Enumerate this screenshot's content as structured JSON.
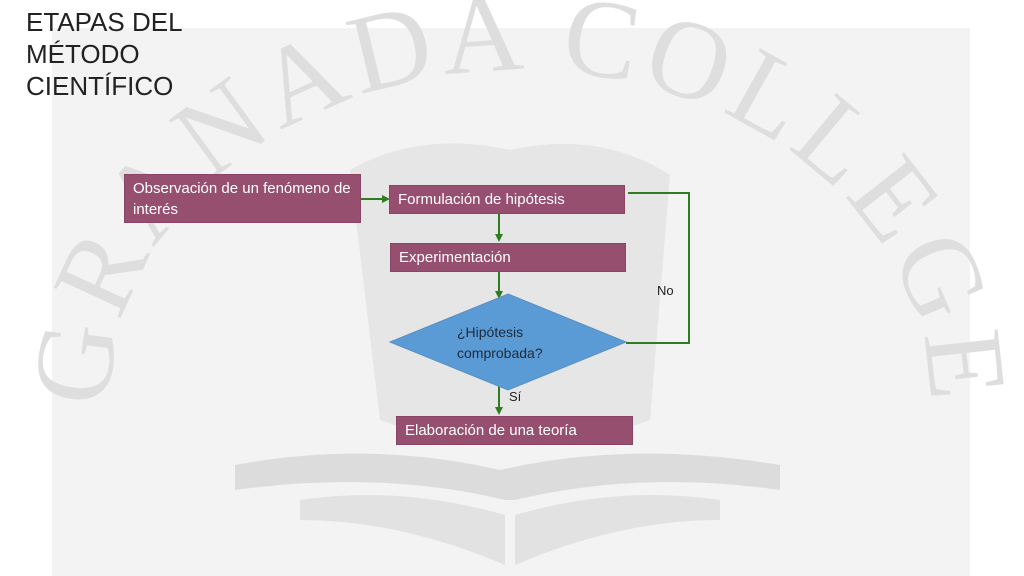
{
  "title_lines": [
    "ETAPAS DEL",
    "MÉTODO",
    "CIENTÍFICO"
  ],
  "watermark": "GRANADA COLLEGE",
  "nodes": {
    "observation": "Observación de un fenómeno de interés",
    "hypothesis": "Formulación de hipótesis",
    "experimentation": "Experimentación",
    "decision": "¿Hipótesis comprobada?",
    "theory": "Elaboración de una teoría"
  },
  "edge_labels": {
    "no": "No",
    "yes": "Sí"
  },
  "colors": {
    "box": "#974f6f",
    "diamond": "#5b9bd5",
    "arrow": "#2e7d1f"
  }
}
